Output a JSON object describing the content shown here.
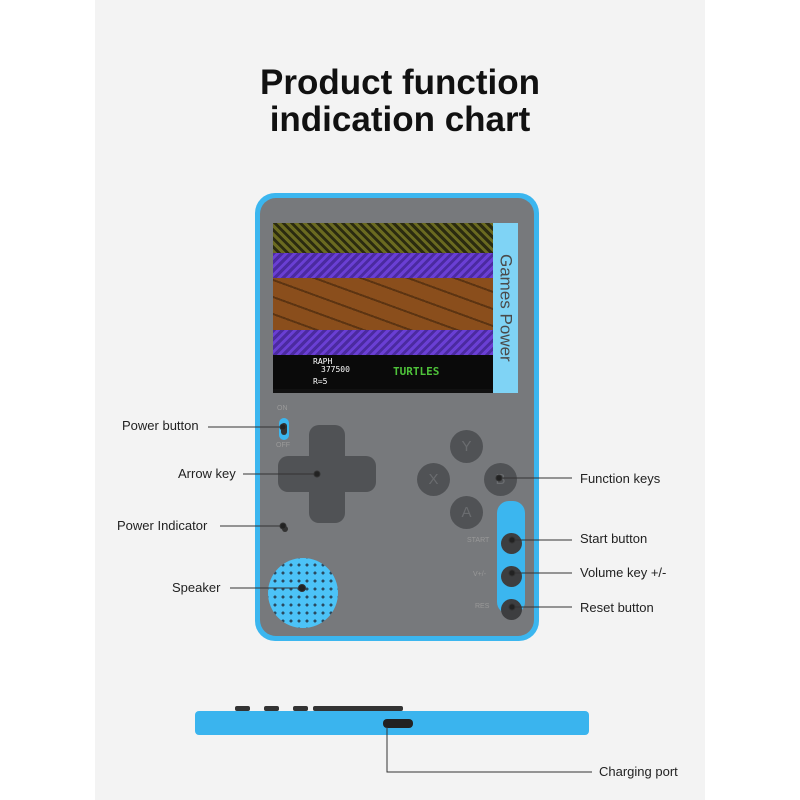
{
  "title": {
    "line1": "Product function",
    "line2": "indication chart"
  },
  "device": {
    "side_strip_text": "Games Power",
    "switch_on": "ON",
    "switch_off": "OFF",
    "face_buttons": [
      "Y",
      "X",
      "B",
      "A"
    ],
    "side_buttons": [
      "START",
      "V+/-",
      "RES"
    ],
    "screen_hud": {
      "name": "RAPH",
      "score": "377500",
      "lives": "R=5",
      "logo": "TURTLES"
    }
  },
  "labels": {
    "power_button": "Power button",
    "arrow_key": "Arrow key",
    "power_indicator": "Power Indicator",
    "speaker": "Speaker",
    "function_keys": "Function keys",
    "start_button": "Start button",
    "volume_key": "Volume key +/-",
    "reset_button": "Reset button",
    "charging_port": "Charging port"
  },
  "colors": {
    "accent_blue": "#3bb6ef",
    "body_gray": "#77797c"
  }
}
